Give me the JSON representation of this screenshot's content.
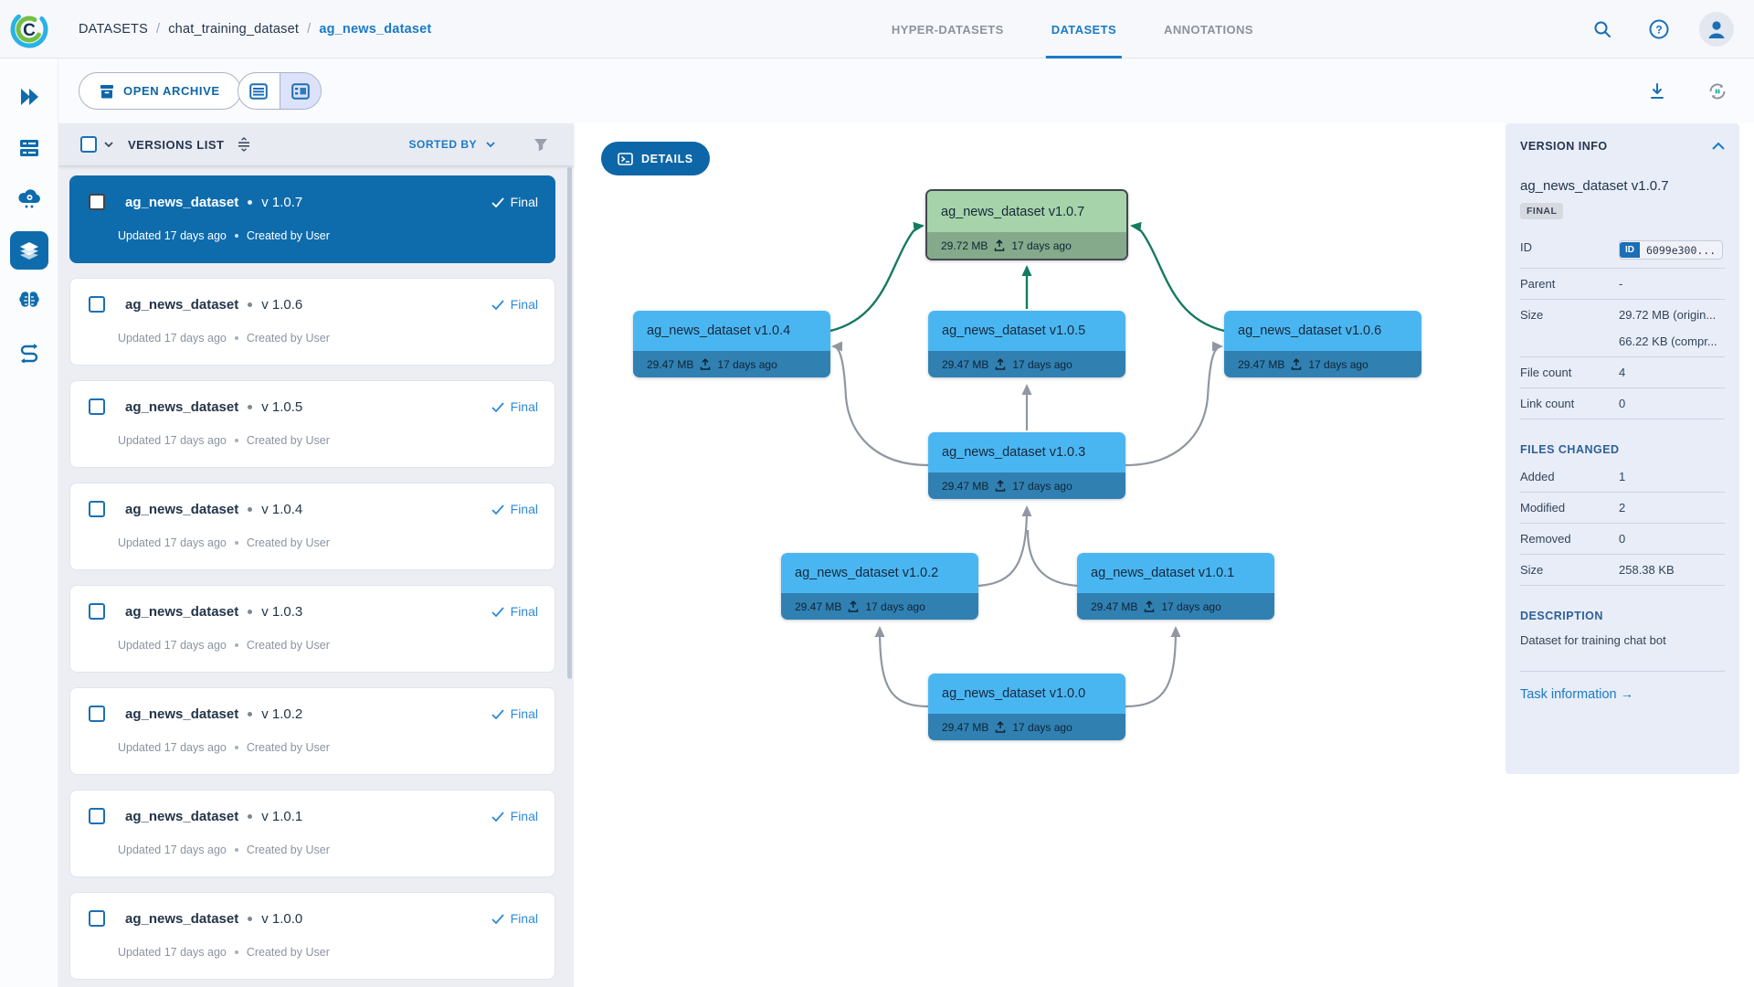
{
  "header": {
    "breadcrumb": {
      "separator": "/",
      "items": [
        "DATASETS",
        "chat_training_dataset",
        "ag_news_dataset"
      ]
    },
    "tabs": [
      {
        "label": "HYPER-DATASETS"
      },
      {
        "label": "DATASETS"
      },
      {
        "label": "ANNOTATIONS"
      }
    ],
    "icons": [
      "search-icon",
      "help-icon",
      "profile-avatar"
    ]
  },
  "sidebar": {
    "icons": [
      "expand-icon",
      "projects-icon",
      "serving-icon",
      "datasets-icon",
      "models-icon",
      "pipelines-icon"
    ],
    "active": "datasets-icon"
  },
  "toolbar": {
    "open_archive_label": "OPEN ARCHIVE",
    "view_toggle": [
      "table-view-icon",
      "split-view-icon"
    ],
    "right_icons": [
      "download-icon",
      "auto-refresh-icon"
    ]
  },
  "versions_panel": {
    "title": "VERSIONS LIST",
    "sorted_by_label": "SORTED BY",
    "items": [
      {
        "name": "ag_news_dataset",
        "version": "v 1.0.7",
        "status": "Final",
        "updated": "Updated 17 days ago",
        "created": "Created by User",
        "selected": true
      },
      {
        "name": "ag_news_dataset",
        "version": "v 1.0.6",
        "status": "Final",
        "updated": "Updated 17 days ago",
        "created": "Created by User",
        "selected": false
      },
      {
        "name": "ag_news_dataset",
        "version": "v 1.0.5",
        "status": "Final",
        "updated": "Updated 17 days ago",
        "created": "Created by User",
        "selected": false
      },
      {
        "name": "ag_news_dataset",
        "version": "v 1.0.4",
        "status": "Final",
        "updated": "Updated 17 days ago",
        "created": "Created by User",
        "selected": false
      },
      {
        "name": "ag_news_dataset",
        "version": "v 1.0.3",
        "status": "Final",
        "updated": "Updated 17 days ago",
        "created": "Created by User",
        "selected": false
      },
      {
        "name": "ag_news_dataset",
        "version": "v 1.0.2",
        "status": "Final",
        "updated": "Updated 17 days ago",
        "created": "Created by User",
        "selected": false
      },
      {
        "name": "ag_news_dataset",
        "version": "v 1.0.1",
        "status": "Final",
        "updated": "Updated 17 days ago",
        "created": "Created by User",
        "selected": false
      },
      {
        "name": "ag_news_dataset",
        "version": "v 1.0.0",
        "status": "Final",
        "updated": "Updated 17 days ago",
        "created": "Created by User",
        "selected": false
      }
    ]
  },
  "graph": {
    "details_button_label": "DETAILS",
    "nodes": [
      {
        "label": "ag_news_dataset v1.0.7",
        "size": "29.72 MB",
        "date": "17 days ago",
        "highlighted": true
      },
      {
        "label": "ag_news_dataset v1.0.4",
        "size": "29.47 MB",
        "date": "17 days ago",
        "highlighted": false
      },
      {
        "label": "ag_news_dataset v1.0.5",
        "size": "29.47 MB",
        "date": "17 days ago",
        "highlighted": false
      },
      {
        "label": "ag_news_dataset v1.0.6",
        "size": "29.47 MB",
        "date": "17 days ago",
        "highlighted": false
      },
      {
        "label": "ag_news_dataset v1.0.3",
        "size": "29.47 MB",
        "date": "17 days ago",
        "highlighted": false
      },
      {
        "label": "ag_news_dataset v1.0.2",
        "size": "29.47 MB",
        "date": "17 days ago",
        "highlighted": false
      },
      {
        "label": "ag_news_dataset v1.0.1",
        "size": "29.47 MB",
        "date": "17 days ago",
        "highlighted": false
      },
      {
        "label": "ag_news_dataset v1.0.0",
        "size": "29.47 MB",
        "date": "17 days ago",
        "highlighted": false
      }
    ],
    "edges": [
      {
        "from": "v1.0.0",
        "to": "v1.0.2",
        "color": "gray"
      },
      {
        "from": "v1.0.0",
        "to": "v1.0.1",
        "color": "gray"
      },
      {
        "from": "v1.0.2",
        "to": "v1.0.3",
        "color": "gray"
      },
      {
        "from": "v1.0.1",
        "to": "v1.0.3",
        "color": "gray"
      },
      {
        "from": "v1.0.3",
        "to": "v1.0.4",
        "color": "gray"
      },
      {
        "from": "v1.0.3",
        "to": "v1.0.5",
        "color": "gray"
      },
      {
        "from": "v1.0.3",
        "to": "v1.0.6",
        "color": "gray"
      },
      {
        "from": "v1.0.4",
        "to": "v1.0.7",
        "color": "green"
      },
      {
        "from": "v1.0.5",
        "to": "v1.0.7",
        "color": "green"
      },
      {
        "from": "v1.0.6",
        "to": "v1.0.7",
        "color": "green"
      }
    ]
  },
  "version_info": {
    "title": "VERSION INFO",
    "dataset_title": "ag_news_dataset v1.0.7",
    "badge": "FINAL",
    "rows": {
      "id_label": "ID",
      "id_chip": "ID",
      "id_value": "6099e300...",
      "parent_label": "Parent",
      "parent_value": "-",
      "size_label": "Size",
      "size_value_original": "29.72 MB (origin...",
      "size_value_compressed": "66.22 KB (compr...",
      "file_count_label": "File count",
      "file_count_value": "4",
      "link_count_label": "Link count",
      "link_count_value": "0"
    },
    "files_changed": {
      "title": "FILES CHANGED",
      "added_label": "Added",
      "added_value": "1",
      "modified_label": "Modified",
      "modified_value": "2",
      "removed_label": "Removed",
      "removed_value": "0",
      "size_label": "Size",
      "size_value": "258.38 KB"
    },
    "description": {
      "title": "DESCRIPTION",
      "text": "Dataset for training chat bot"
    },
    "task_link_label": "Task information",
    "task_link_arrow": "→"
  },
  "colors": {
    "accent_blue": "#1b7ac5",
    "button_blue": "#0d66a7",
    "selected_row_blue": "#0e6cad",
    "node_blue_header": "#4ab6f1",
    "node_blue_footer": "#3180b2",
    "node_green_header": "#a6d3a9",
    "node_green_footer": "#84aa8b",
    "edge_gray": "#9097a0",
    "edge_green": "#157a60"
  }
}
